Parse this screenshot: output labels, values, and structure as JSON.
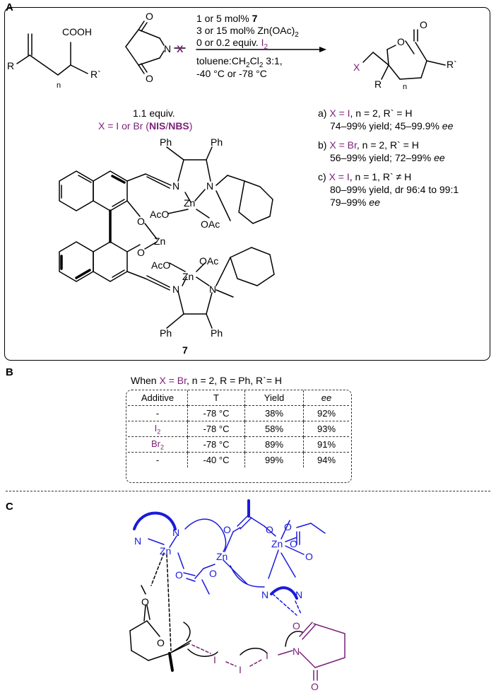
{
  "panels": {
    "a": "A",
    "b": "B",
    "c": "C"
  },
  "panel_a": {
    "reagent_1": "1 or 5 mol%",
    "reagent_1_cat": "7",
    "reagent_2": "3 or 15 mol% Zn(OAc)",
    "reagent_2_sub": "2",
    "reagent_3_pre": "0 or 0.2 equiv.",
    "reagent_3_I": "I",
    "reagent_3_sub": "2",
    "solvent_1": "toluene:CH",
    "solvent_sub_a": "2",
    "solvent_mid": "Cl",
    "solvent_sub_b": "2",
    "solvent_2": " 3:1,",
    "temperature": "-40 °C or -78 °C",
    "equiv": "1.1 equiv.",
    "x_def_pre": "X = I or Br (",
    "x_def_nis": "NIS",
    "x_def_slash": "/",
    "x_def_nbs": "NBS",
    "x_def_post": ")",
    "results": [
      {
        "tag": "a) ",
        "x": "X = I",
        "cond": ", n = 2, R` = H",
        "line2": "74–99% yield; 45–99.9% ",
        "ee": "ee"
      },
      {
        "tag": "b) ",
        "x": "X = Br",
        "cond": ", n = 2, R` = H",
        "line2": "56–99% yield; 72–99% ",
        "ee": "ee"
      },
      {
        "tag": "c) ",
        "x": "X = I",
        "cond": ", n = 1, R` ≠ H",
        "line2": "80–99% yield, dr 96:4 to 99:1",
        "line3": "79–99% ",
        "ee": "ee"
      }
    ],
    "catalyst_label": "7",
    "struct_labels": {
      "cooh": "COOH",
      "r": "R",
      "rprime": "R`",
      "n": "n",
      "n_atom": "N",
      "x": "X",
      "o": "O",
      "ph": "Ph",
      "aco": "AcO",
      "oac": "OAc",
      "zn": "Zn"
    }
  },
  "panel_b": {
    "heading_pre": "When ",
    "heading_x": "X = Br",
    "heading_post": ", n = 2, R = Ph, R`= H",
    "columns": [
      "Additive",
      "T",
      "Yield",
      "ee"
    ],
    "rows": [
      {
        "additive": "-",
        "additive_sub": "",
        "T": "-78 °C",
        "yield": "38%",
        "ee": "92%"
      },
      {
        "additive": "I",
        "additive_sub": "2",
        "T": "-78 °C",
        "yield": "58%",
        "ee": "93%"
      },
      {
        "additive": "Br",
        "additive_sub": "2",
        "T": "-78 °C",
        "yield": "89%",
        "ee": "91%"
      },
      {
        "additive": "-",
        "additive_sub": "",
        "T": "-40 °C",
        "yield": "99%",
        "ee": "94%"
      }
    ]
  },
  "panel_c": {
    "labels": {
      "n": "N",
      "zn": "Zn",
      "o": "O",
      "i": "I"
    }
  }
}
